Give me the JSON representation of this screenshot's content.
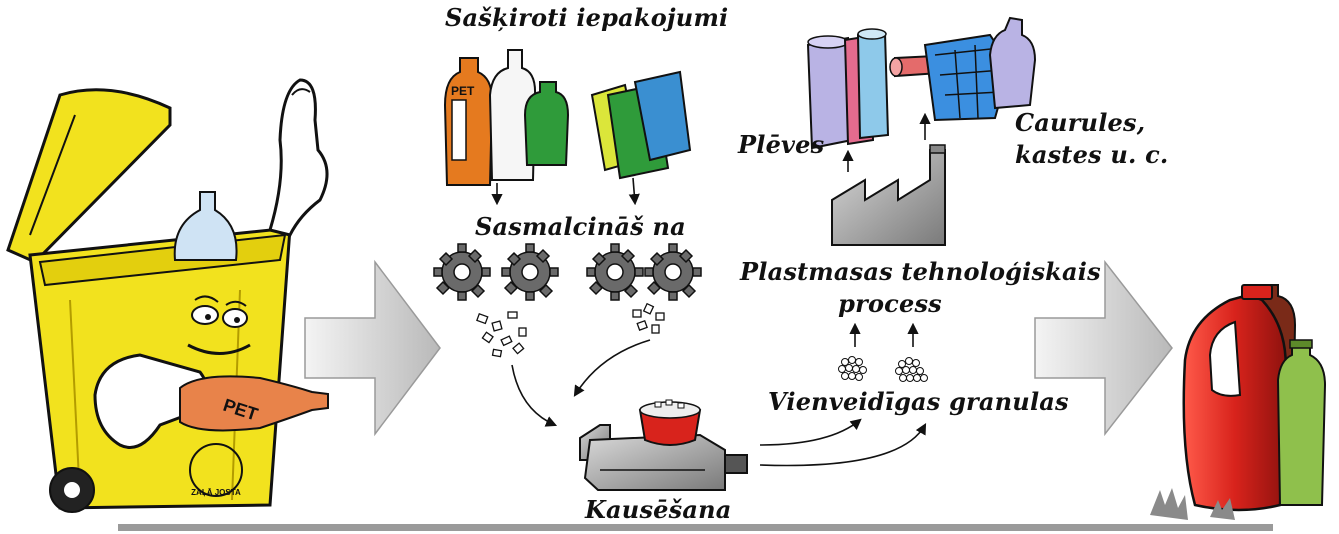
{
  "labels": {
    "sorted_packaging": "Sašķiroti iepakojumi",
    "shredding": "Sasmalcināš  na",
    "melting": "Kausēšana",
    "granules": "Vienveidīgas granulas",
    "process_line1": "Plastmasas tehnoloģiskais",
    "process_line2": "process",
    "films": "Plēves",
    "pipes_line1": "Caurules,",
    "pipes_line2": "kastes  u. c."
  },
  "logo": {
    "bin_text": "ZAĻĀ JOSTA",
    "bottle_text": "PET",
    "pet_bottle_label": "PET"
  },
  "colors": {
    "bin_yellow": "#f2e21e",
    "bin_shadow": "#c9b400",
    "arrow_grey": "#c8c8c8",
    "ground": "#9a9a9a",
    "red_jug": "#d8231c",
    "green_bottle": "#8fc04c",
    "orange_bottle": "#e57a1f",
    "green_bag": "#2f9b3a",
    "blue_bag": "#3a8fd1",
    "crate_blue": "#3b8fe0"
  }
}
